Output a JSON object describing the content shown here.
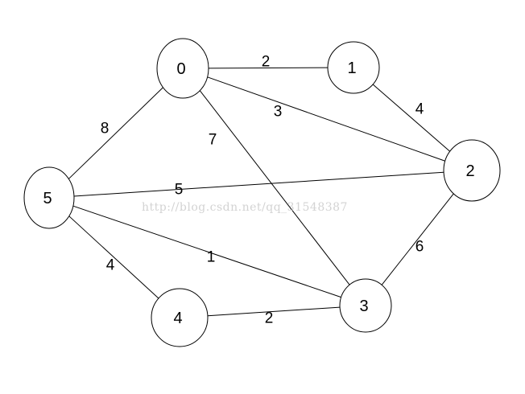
{
  "graph": {
    "nodes": [
      {
        "id": "0",
        "label": "0"
      },
      {
        "id": "1",
        "label": "1"
      },
      {
        "id": "2",
        "label": "2"
      },
      {
        "id": "3",
        "label": "3"
      },
      {
        "id": "4",
        "label": "4"
      },
      {
        "id": "5",
        "label": "5"
      }
    ],
    "edges": [
      {
        "from": "0",
        "to": "1",
        "weight": "2"
      },
      {
        "from": "1",
        "to": "2",
        "weight": "4"
      },
      {
        "from": "0",
        "to": "2",
        "weight": "3"
      },
      {
        "from": "0",
        "to": "5",
        "weight": "8"
      },
      {
        "from": "0",
        "to": "3",
        "weight": "7"
      },
      {
        "from": "5",
        "to": "2",
        "weight": "5"
      },
      {
        "from": "5",
        "to": "3",
        "weight": "1"
      },
      {
        "from": "5",
        "to": "4",
        "weight": "4"
      },
      {
        "from": "2",
        "to": "3",
        "weight": "6"
      },
      {
        "from": "4",
        "to": "3",
        "weight": "2"
      }
    ]
  },
  "watermark": "http://blog.csdn.net/qq_31548387",
  "colors": {
    "stroke": "#000000",
    "background": "#ffffff",
    "watermark": "#d3d3d3"
  }
}
